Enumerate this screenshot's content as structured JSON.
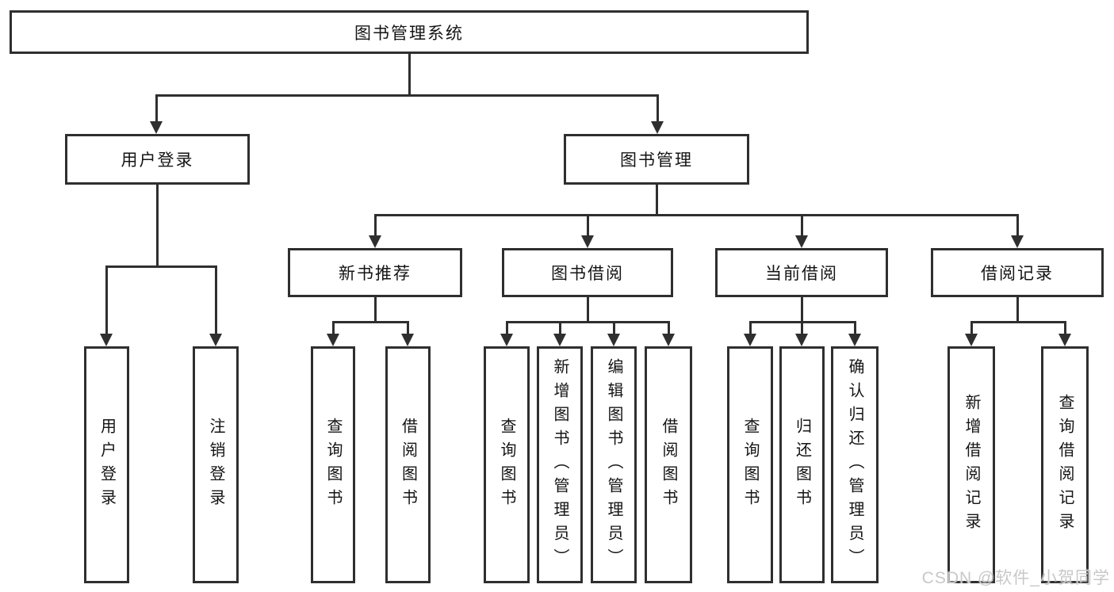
{
  "diagram": {
    "title": "图书管理系统",
    "branches": [
      {
        "label": "用户登录",
        "children": [
          "用户登录",
          "注销登录"
        ]
      },
      {
        "label": "图书管理",
        "sections": [
          {
            "label": "新书推荐",
            "children": [
              "查询图书",
              "借阅图书"
            ]
          },
          {
            "label": "图书借阅",
            "children": [
              "查询图书",
              "新增图书（管理员）",
              "编辑图书（管理员）",
              "借阅图书"
            ]
          },
          {
            "label": "当前借阅",
            "children": [
              "查询图书",
              "归还图书",
              "确认归还（管理员）"
            ]
          },
          {
            "label": "借阅记录",
            "children": [
              "新增借阅记录",
              "查询借阅记录"
            ]
          }
        ]
      }
    ]
  },
  "watermark": "CSDN @软件_小贺同学",
  "colors": {
    "line": "#2f2f2f",
    "text": "#141414",
    "watermark": "#c8c8c8",
    "background": "#ffffff"
  }
}
